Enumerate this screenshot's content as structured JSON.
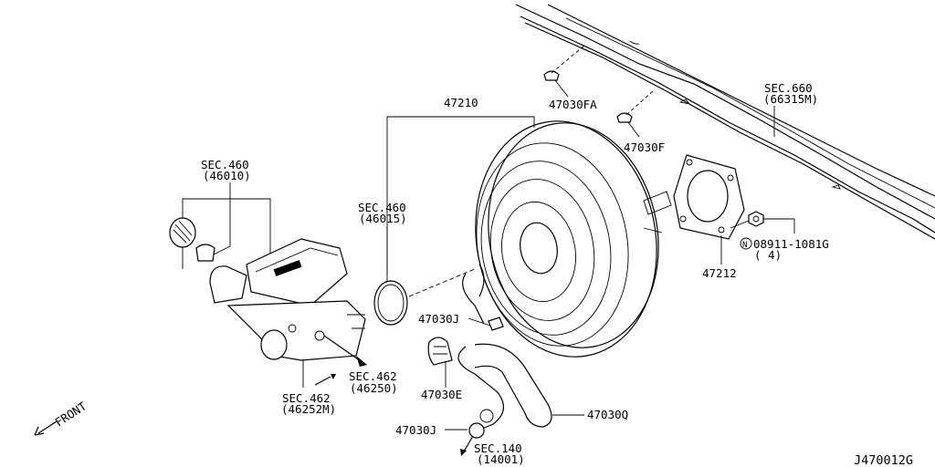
{
  "diagram_id": "J470012G",
  "front_label": "FRONT",
  "parts": {
    "booster": "47210",
    "grommet_fa": "47030FA",
    "grommet_f": "47030F",
    "gasket": "47212",
    "nut_prefix": "N",
    "nut": "08911-1081G",
    "nut_qty": "( 4)",
    "clamp_upper": "47030J",
    "clip": "47030E",
    "hose": "47030Q",
    "clamp_lower": "47030J"
  },
  "sections": {
    "dash": {
      "sec": "SEC.660",
      "ref": "(66315M)"
    },
    "reservoir": {
      "sec": "SEC.460",
      "ref": "(46010)"
    },
    "oring": {
      "sec": "SEC.460",
      "ref": "(46015)"
    },
    "engine": {
      "sec": "SEC.140",
      "ref": "(14001)"
    },
    "brake_tube_a": {
      "sec": "SEC.462",
      "ref": "(46250)"
    },
    "brake_tube_b": {
      "sec": "SEC.462",
      "ref": "(46252M)"
    }
  }
}
